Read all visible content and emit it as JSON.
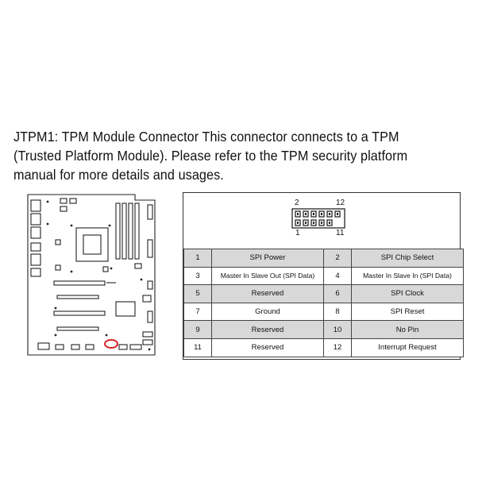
{
  "heading": {
    "line1": "JTPM1: TPM Module Connector This connector connects to a TPM",
    "line2": "(Trusted Platform Module). Please refer to the TPM security platform",
    "line3": "manual for more details and usages."
  },
  "connector_labels": {
    "top_left": "2",
    "top_right": "12",
    "bottom_left": "1",
    "bottom_right": "11"
  },
  "pin_table": [
    {
      "pin_a": "1",
      "signal_a": "SPI Power",
      "pin_b": "2",
      "signal_b": "SPI Chip Select"
    },
    {
      "pin_a": "3",
      "signal_a": "Master In Slave Out (SPI Data)",
      "pin_b": "4",
      "signal_b": "Master In Slave In (SPI Data)"
    },
    {
      "pin_a": "5",
      "signal_a": "Reserved",
      "pin_b": "6",
      "signal_b": "SPI Clock"
    },
    {
      "pin_a": "7",
      "signal_a": "Ground",
      "pin_b": "8",
      "signal_b": "SPI Reset"
    },
    {
      "pin_a": "9",
      "signal_a": "Reserved",
      "pin_b": "10",
      "signal_b": "No Pin"
    },
    {
      "pin_a": "11",
      "signal_a": "Reserved",
      "pin_b": "12",
      "signal_b": "Interrupt Request"
    }
  ],
  "colors": {
    "highlight": "#d9252b",
    "row_shade": "#d8d8d8",
    "line": "#333333"
  },
  "icons": {
    "board": "motherboard-outline",
    "connector": "pin-header-icon"
  }
}
